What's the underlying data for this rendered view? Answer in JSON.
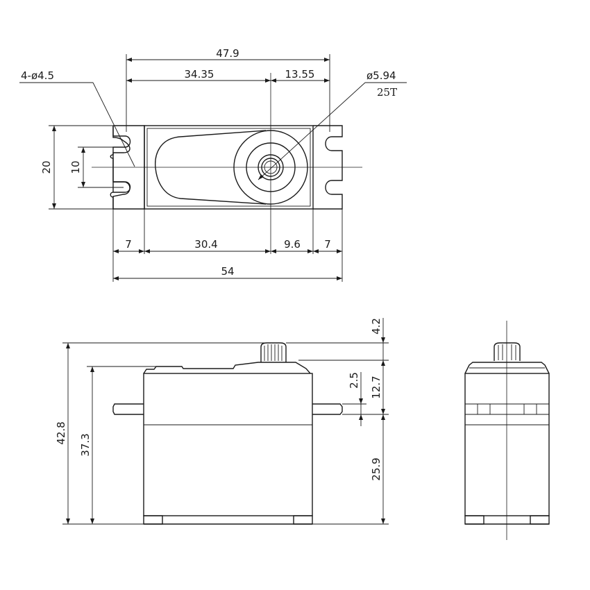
{
  "top_view": {
    "overall_width": "47.9",
    "left_to_shaft": "34.35",
    "shaft_to_right": "13.55",
    "hole_callout": "4-ø4.5",
    "shaft_diameter": "ø5.94",
    "spline_teeth": "25T",
    "height": "20",
    "hole_spacing": "10",
    "ear_left": "7",
    "body_to_shaft": "30.4",
    "shaft_to_body": "9.6",
    "ear_right": "7",
    "total_length": "54"
  },
  "front_view": {
    "total_height": "42.8",
    "body_height": "37.3",
    "spline_height": "4.2",
    "top_to_mount": "12.7",
    "flange_thickness": "2.5",
    "mount_to_bottom": "25.9"
  }
}
